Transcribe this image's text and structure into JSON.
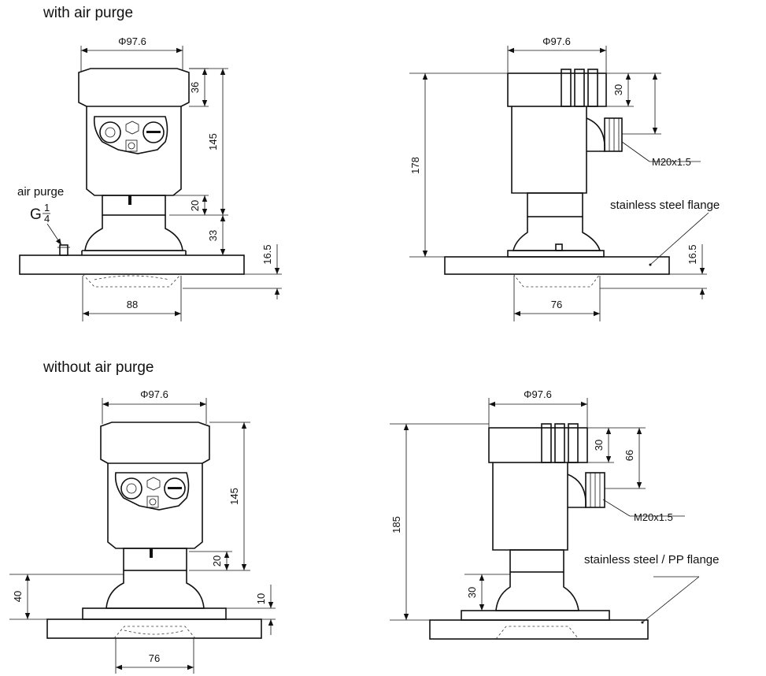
{
  "sections": {
    "with_air_purge": {
      "heading": "with air purge",
      "front": {
        "diameter": "Φ97.6",
        "top_height": "36",
        "housing_height": "145",
        "neck_height": "20",
        "horn_height": "33",
        "flange_thickness": "16.5",
        "antenna_width": "88",
        "air_purge_label": "air purge",
        "thread_letter": "G",
        "thread_num": "1",
        "thread_den": "4"
      },
      "side": {
        "diameter": "Φ97.6",
        "cap_height": "30",
        "total_height": "178",
        "cable_gland": "M20x1.5",
        "flange_label": "stainless steel flange",
        "flange_thickness": "16.5",
        "antenna_width": "76"
      }
    },
    "without_air_purge": {
      "heading": "without air purge",
      "front": {
        "diameter": "Φ97.6",
        "housing_height": "145",
        "neck_height": "20",
        "horn_height": "40",
        "flange_thickness": "10",
        "antenna_width": "76"
      },
      "side": {
        "diameter": "Φ97.6",
        "cap_height": "30",
        "gland_offset": "66",
        "total_height": "185",
        "cable_gland": "M20x1.5",
        "flange_label": "stainless steel / PP flange",
        "horn_height": "30"
      }
    }
  }
}
